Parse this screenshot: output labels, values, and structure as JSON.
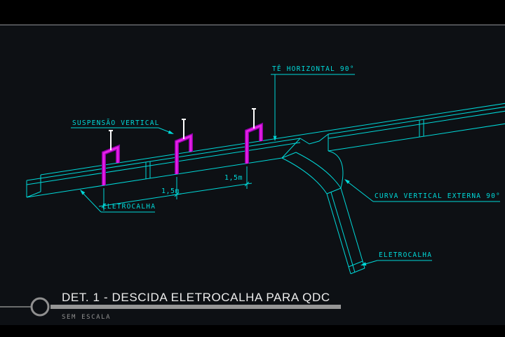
{
  "drawing": {
    "labels": {
      "suspension": "SUSPENSÃO VERTICAL",
      "tee": "TÊ HORIZONTAL 90°",
      "curve": "CURVA VERTICAL EXTERNA 90°",
      "tray_main": "ELETROCALHA",
      "tray_descent": "ELETROCALHA"
    },
    "dimensions": {
      "span1": "1,5m",
      "span2": "1,5m"
    },
    "colors": {
      "line": "#00d9d9",
      "hanger": "#e81fe8",
      "hanger_shadow": "#8f00a8",
      "rod": "#ffffff",
      "background": "#0d1014",
      "frame_line": "#8e9196",
      "title_bar": "#969696"
    }
  },
  "titleblock": {
    "title": "DET. 1 - DESCIDA ELETROCALHA PARA QDC",
    "scale_note": "SEM ESCALA"
  }
}
